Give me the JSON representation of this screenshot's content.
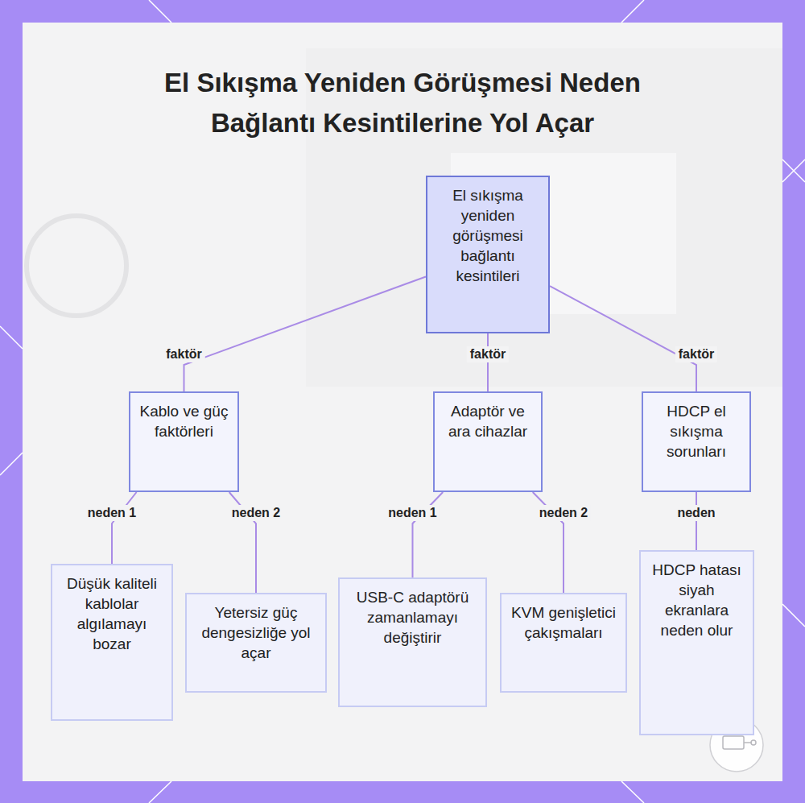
{
  "diagram": {
    "title": "El Sıkışma Yeniden Görüşmesi Neden Bağlantı Kesintilerine Yol Açar",
    "nodes": [
      {
        "text": [
          "El sıkışma yeniden görüşmesi bağlantı kesintileri"
        ]
      },
      {
        "text": [
          "Kablo ve güç faktörleri"
        ]
      },
      {
        "text": [
          "Adaptör ve ara cihazlar"
        ]
      },
      {
        "text": [
          "HDCP el sıkışma sorunları"
        ]
      },
      {
        "text": [
          "Düşük kaliteli kablolar algılamayı bozar"
        ]
      },
      {
        "text": [
          "Yetersiz güç dengesizliğe yol açar"
        ]
      },
      {
        "text": [
          "USB-C adaptörü zamanlamayı değiştirir"
        ]
      },
      {
        "text": [
          "KVM genişletici çakışmaları"
        ]
      },
      {
        "text": [
          "HDCP hatası siyah ekranlara neden olur"
        ]
      }
    ],
    "edges": [
      {
        "from": 0,
        "to": 1,
        "label": "faktör",
        "arrow": "none"
      },
      {
        "from": 0,
        "to": 2,
        "label": "faktör",
        "arrow": "none"
      },
      {
        "from": 0,
        "to": 3,
        "label": "faktör",
        "arrow": "none"
      },
      {
        "from": 1,
        "to": 4,
        "label": "neden 1",
        "arrow": "none"
      },
      {
        "from": 1,
        "to": 5,
        "label": "neden 2",
        "arrow": "none"
      },
      {
        "from": 2,
        "to": 6,
        "label": "neden 1",
        "arrow": "none"
      },
      {
        "from": 2,
        "to": 7,
        "label": "neden 2",
        "arrow": "none"
      },
      {
        "from": 3,
        "to": 8,
        "label": "neden",
        "arrow": "none"
      }
    ]
  }
}
